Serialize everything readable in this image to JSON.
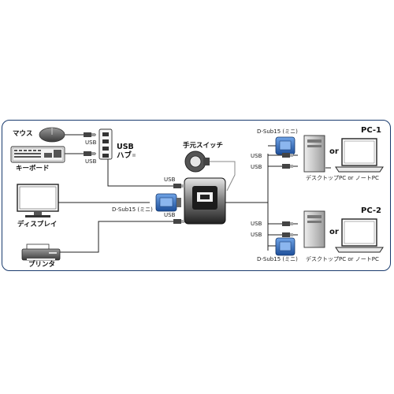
{
  "labels": {
    "mouse": "マウス",
    "keyboard": "キーボード",
    "display": "ディスプレイ",
    "printer": "プリンタ",
    "usb_hub_line1": "USB",
    "usb_hub_line2": "ハブ",
    "hand_switch": "手元スイッチ",
    "usb": "USB",
    "dsub": "D-Sub15 (ミニ)",
    "dsub_right": "D-Sub15 (ミニ)",
    "pc1": "PC-1",
    "pc2": "PC-2",
    "or": "or",
    "desktop_or_notebook": "デスクトップPC or ノートPC"
  },
  "colors": {
    "frame": "#1a3b6e",
    "connector_blue": "#2f6fc0",
    "line": "#222222"
  }
}
